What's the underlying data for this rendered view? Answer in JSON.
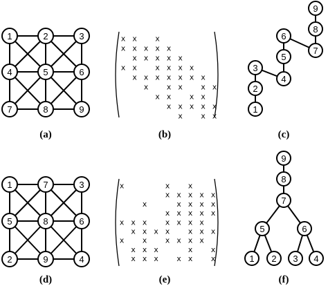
{
  "captions": {
    "a": "(a)",
    "b": "(b)",
    "c": "(c)",
    "d": "(d)",
    "e": "(e)",
    "f": "(f)"
  },
  "matrix_symbol": "x",
  "graph_a": {
    "labels": [
      "1",
      "2",
      "3",
      "4",
      "5",
      "6",
      "7",
      "8",
      "9"
    ],
    "edges": [
      [
        1,
        2
      ],
      [
        2,
        3
      ],
      [
        4,
        5
      ],
      [
        5,
        6
      ],
      [
        7,
        8
      ],
      [
        8,
        9
      ],
      [
        1,
        4
      ],
      [
        4,
        7
      ],
      [
        2,
        5
      ],
      [
        5,
        8
      ],
      [
        3,
        6
      ],
      [
        6,
        9
      ],
      [
        1,
        5
      ],
      [
        2,
        6
      ],
      [
        4,
        8
      ],
      [
        5,
        9
      ],
      [
        2,
        4
      ],
      [
        3,
        5
      ],
      [
        5,
        7
      ],
      [
        6,
        8
      ]
    ]
  },
  "graph_d": {
    "labels": [
      "1",
      "7",
      "3",
      "5",
      "8",
      "6",
      "2",
      "9",
      "4"
    ],
    "edges": [
      [
        0,
        1
      ],
      [
        1,
        2
      ],
      [
        3,
        4
      ],
      [
        4,
        5
      ],
      [
        6,
        7
      ],
      [
        7,
        8
      ],
      [
        0,
        3
      ],
      [
        3,
        6
      ],
      [
        1,
        4
      ],
      [
        4,
        7
      ],
      [
        2,
        5
      ],
      [
        5,
        8
      ],
      [
        0,
        4
      ],
      [
        3,
        7
      ],
      [
        1,
        5
      ],
      [
        4,
        8
      ],
      [
        1,
        3
      ],
      [
        2,
        4
      ],
      [
        4,
        6
      ],
      [
        5,
        7
      ]
    ]
  },
  "tree_c": {
    "nodes": [
      "9",
      "8",
      "7",
      "6",
      "5",
      "4",
      "3",
      "2",
      "1"
    ],
    "edges": [
      [
        "9",
        "8"
      ],
      [
        "8",
        "7"
      ],
      [
        "7",
        "6"
      ],
      [
        "6",
        "5"
      ],
      [
        "5",
        "4"
      ],
      [
        "4",
        "3"
      ],
      [
        "3",
        "2"
      ],
      [
        "2",
        "1"
      ]
    ]
  },
  "tree_f": {
    "nodes": [
      "9",
      "8",
      "7",
      "5",
      "6",
      "1",
      "2",
      "3",
      "4"
    ],
    "edges": [
      [
        "9",
        "8"
      ],
      [
        "8",
        "7"
      ],
      [
        "7",
        "5"
      ],
      [
        "7",
        "6"
      ],
      [
        "5",
        "1"
      ],
      [
        "5",
        "2"
      ],
      [
        "6",
        "3"
      ],
      [
        "6",
        "4"
      ]
    ]
  },
  "matrix_b": {
    "rows": [
      [
        1,
        2,
        4
      ],
      [
        1,
        2,
        3,
        4,
        5
      ],
      [
        2,
        3,
        4,
        5,
        6
      ],
      [
        1,
        2,
        4,
        5,
        6,
        7
      ],
      [
        2,
        3,
        4,
        5,
        6,
        7,
        8
      ],
      [
        3,
        5,
        6,
        8,
        9
      ],
      [
        4,
        5,
        7,
        8
      ],
      [
        5,
        6,
        7,
        8,
        9
      ],
      [
        6,
        8,
        9
      ]
    ]
  },
  "matrix_e": {
    "rows": [
      [
        1,
        5,
        7
      ],
      [
        5,
        6,
        7,
        8,
        9
      ],
      [
        3,
        6,
        7,
        8,
        9
      ],
      [
        5,
        6,
        7,
        8,
        9
      ],
      [
        1,
        2,
        3,
        5,
        6,
        7,
        8
      ],
      [
        2,
        3,
        4,
        5,
        7,
        8,
        9
      ],
      [
        1,
        3,
        5,
        6,
        7,
        8
      ],
      [
        2,
        3,
        4,
        7,
        9
      ],
      [
        2,
        3,
        4,
        6,
        7,
        9
      ]
    ]
  }
}
